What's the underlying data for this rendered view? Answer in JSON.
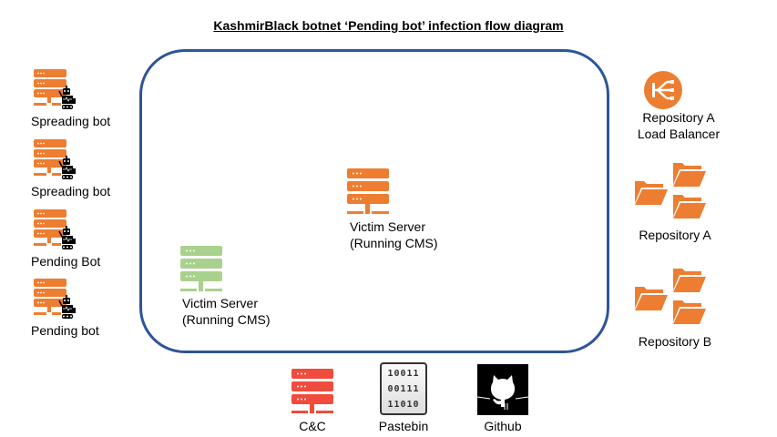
{
  "title": "KashmirBlack botnet ‘Pending bot’ infection flow diagram",
  "colors": {
    "orange": "#ed7d31",
    "green": "#a9d18e",
    "red": "#f04b3c",
    "box_border": "#2e5597"
  },
  "bots": [
    {
      "label": "Spreading bot",
      "icon": "server-robot-icon"
    },
    {
      "label": "Spreading bot",
      "icon": "server-robot-icon"
    },
    {
      "label": "Pending Bot",
      "icon": "server-robot-icon"
    },
    {
      "label": "Pending bot",
      "icon": "server-robot-icon"
    }
  ],
  "victims": [
    {
      "line1": "Victim Server",
      "line2": "(Running CMS)",
      "icon": "server-icon",
      "color": "orange"
    },
    {
      "line1": "Victim Server",
      "line2": "(Running CMS)",
      "icon": "server-icon",
      "color": "green"
    }
  ],
  "right": {
    "load_balancer": {
      "line1": "Repository A",
      "line2": "Load Balancer",
      "icon": "load-balancer-icon"
    },
    "repo_a": {
      "label": "Repository A",
      "icon": "folders-icon"
    },
    "repo_b": {
      "label": "Repository B",
      "icon": "folders-icon"
    }
  },
  "bottom": {
    "cc": {
      "label": "C&C",
      "icon": "server-icon"
    },
    "pastebin": {
      "label": "Pastebin",
      "icon": "binary-document-icon",
      "rows": [
        "10011",
        "00111",
        "11010"
      ]
    },
    "github": {
      "label": "Github",
      "icon": "github-octocat-icon"
    }
  }
}
